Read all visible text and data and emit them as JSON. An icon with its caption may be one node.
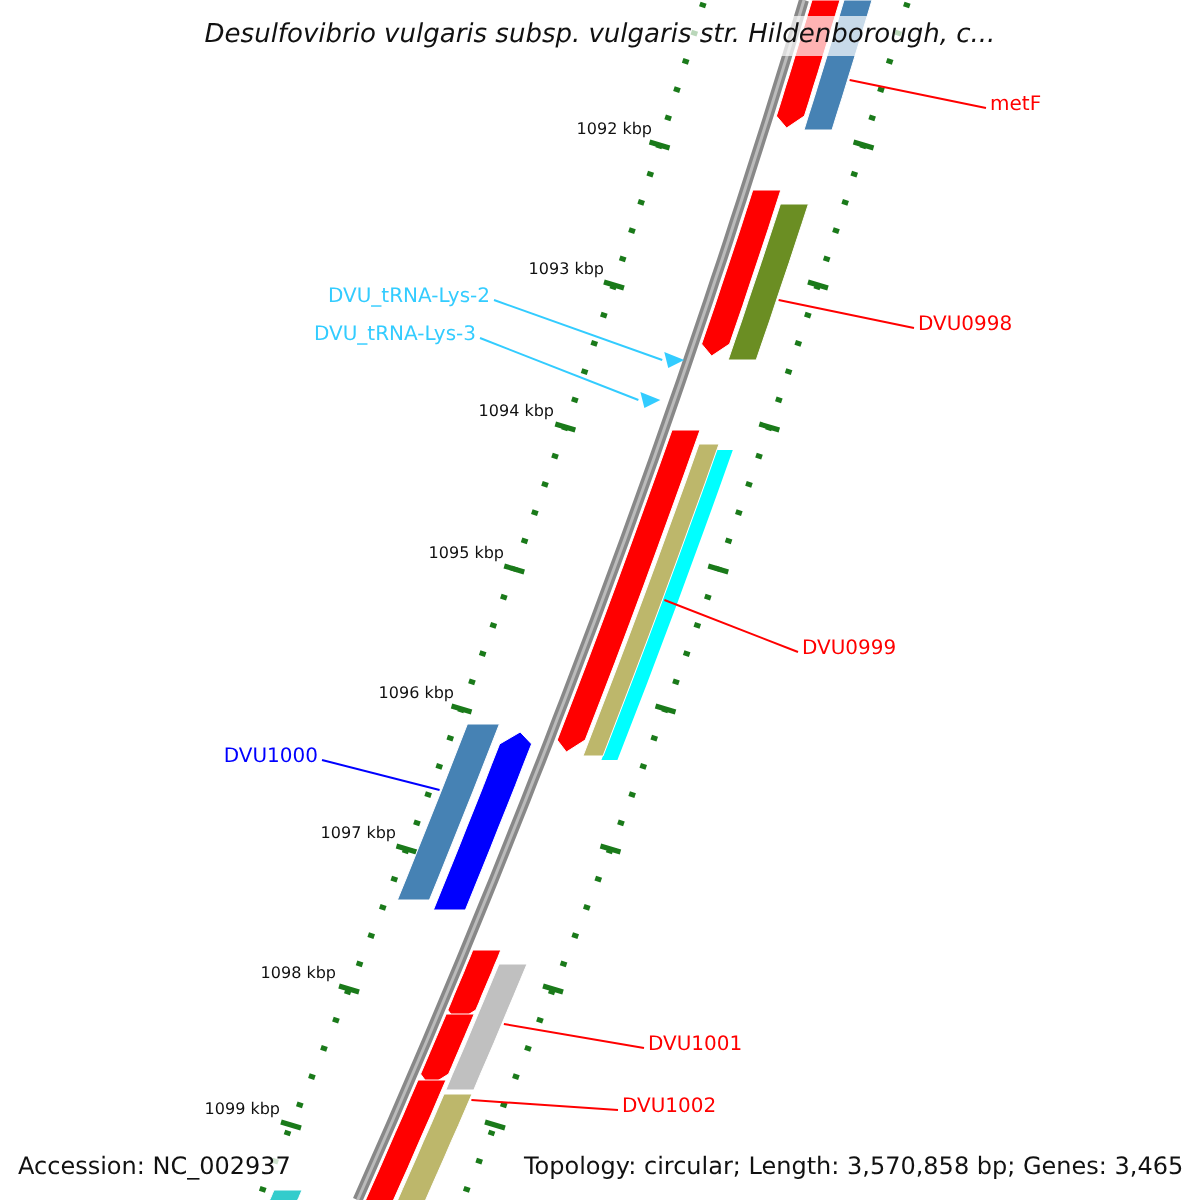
{
  "diagram": {
    "title": "Desulfovibrio vulgaris subsp. vulgaris str. Hildenborough, c...",
    "nodes": [
      {
        "text": [
          "metF"
        ]
      },
      {
        "text": [],
        "shape": "bar"
      },
      {
        "text": [
          "DVU0998"
        ]
      },
      {
        "text": [],
        "shape": "bar"
      },
      {
        "text": [
          "DVU_tRNA-Lys-2"
        ]
      },
      {
        "text": [],
        "shape": "triangle"
      },
      {
        "text": [
          "DVU_tRNA-Lys-3"
        ]
      },
      {
        "text": [],
        "shape": "triangle"
      },
      {
        "text": [
          "DVU0999"
        ]
      },
      {
        "text": [],
        "shape": "bar"
      },
      {
        "text": [
          "DVU1000"
        ]
      },
      {
        "text": [],
        "shape": "bar"
      },
      {
        "text": [
          "DVU1001"
        ]
      },
      {
        "text": [],
        "shape": "bar"
      },
      {
        "text": [
          "DVU1002"
        ]
      },
      {
        "text": [],
        "shape": "bar"
      }
    ],
    "edges": [
      {
        "from": 0,
        "to": 1,
        "arrow": "none"
      },
      {
        "from": 2,
        "to": 3,
        "arrow": "none"
      },
      {
        "from": 4,
        "to": 5,
        "arrow": "none",
        "color": "#33ccff"
      },
      {
        "from": 6,
        "to": 7,
        "arrow": "none",
        "color": "#33ccff"
      },
      {
        "from": 8,
        "to": 9,
        "arrow": "none"
      },
      {
        "from": 10,
        "to": 11,
        "arrow": "none",
        "color": "#0000ff"
      },
      {
        "from": 12,
        "to": 13,
        "arrow": "none"
      },
      {
        "from": 14,
        "to": 15,
        "arrow": "none"
      }
    ],
    "labels": [
      "1092 kbp",
      "1093 kbp",
      "1094 kbp",
      "1095 kbp",
      "1096 kbp",
      "1097 kbp",
      "1098 kbp",
      "1099 kbp",
      "Accession: NC_002937",
      "Topology: circular; Length: 3,570,858 bp; Genes: 3,465"
    ]
  }
}
